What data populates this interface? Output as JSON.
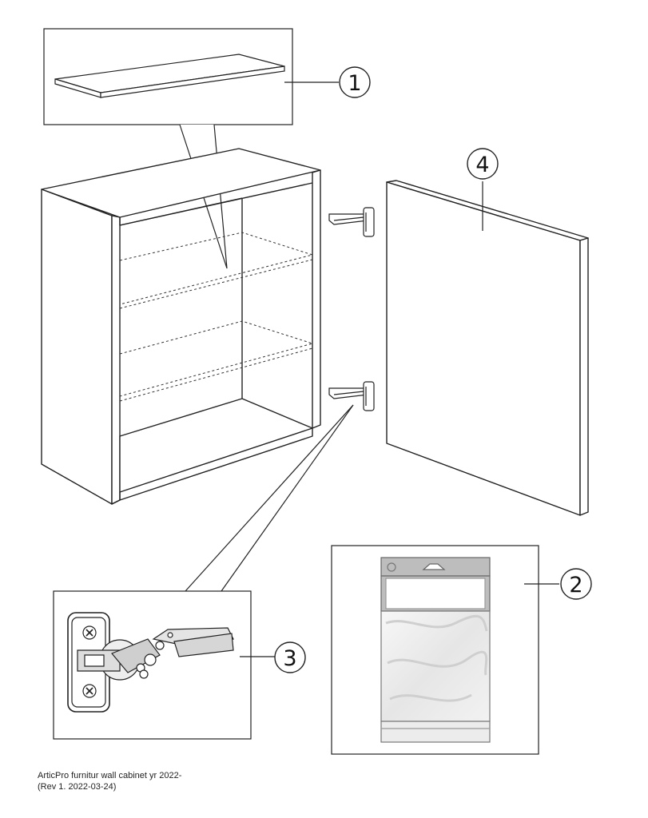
{
  "callouts": [
    {
      "id": 1,
      "label": "1"
    },
    {
      "id": 2,
      "label": "2"
    },
    {
      "id": 3,
      "label": "3"
    },
    {
      "id": 4,
      "label": "4"
    }
  ],
  "footer": {
    "line1": "ArticPro furnitur wall cabinet yr 2022-",
    "line2": "(Rev 1.  2022-03-24)"
  }
}
